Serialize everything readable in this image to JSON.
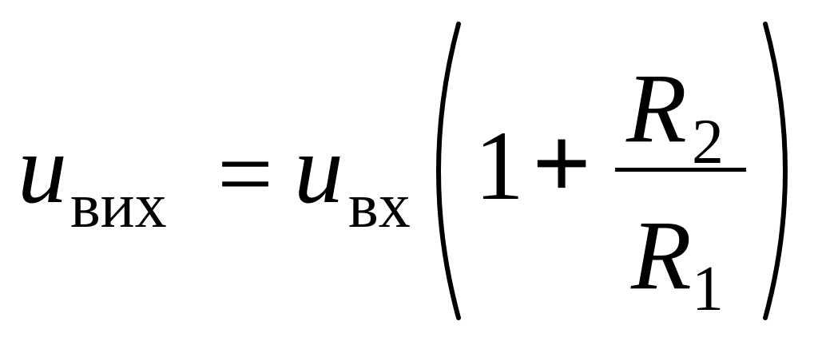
{
  "formula": {
    "lhs_variable": "u",
    "lhs_subscript": "вих",
    "equals": "=",
    "rhs_variable": "u",
    "rhs_subscript": "вх",
    "one": "1",
    "plus": "+",
    "numerator_variable": "R",
    "numerator_subscript": "2",
    "denominator_variable": "R",
    "denominator_subscript": "1"
  }
}
